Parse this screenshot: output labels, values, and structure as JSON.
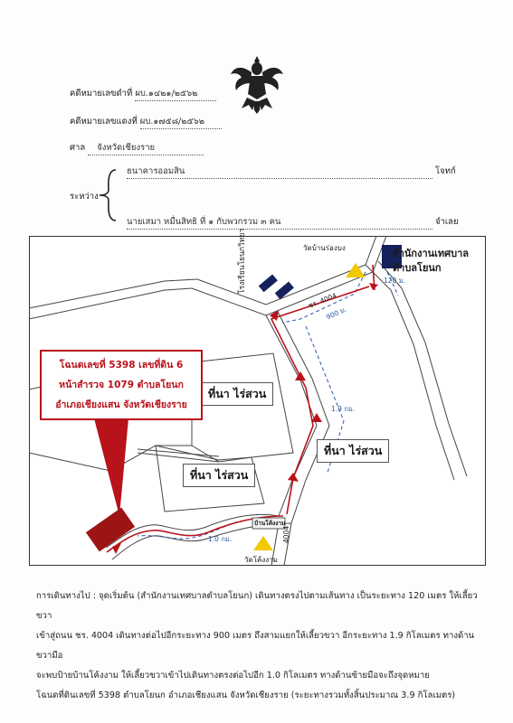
{
  "header": {
    "black_case_label": "คดีหมายเลขดำที่",
    "black_case_no": "ผบ.๑๔๒๑/๒๕๖๒",
    "red_case_label": "คดีหมายเลขแดงที่",
    "red_case_no": "ผบ.๑๗๕๘/๒๕๖๒",
    "court_label": "ศาล",
    "court_name": "จังหวัดเชียงราย",
    "between_label": "ระหว่าง",
    "plaintiff": "ธนาคารออมสิน",
    "plaintiff_role": "โจทก์",
    "defendant": "นายเสมา หมื่นสิทธิ ที่ ๑ กับพวกรวม ๓ คน",
    "defendant_role": "จำเลย"
  },
  "map": {
    "office_line1": "สำนักงานเทศบาล",
    "office_line2": "ตำบลโยนก",
    "temple_rong_bong": "วัดบ้านร่องบง",
    "school": "โรงเรียนโยนกวิทยา",
    "road_label_top": "ชร. 4004",
    "road_label_bottom": "4004",
    "dist_120": "120 ม.",
    "dist_900": "900 ม.",
    "dist_1_9": "1.9 กม.",
    "dist_1_0": "1.0 กม.",
    "field_1": "ที่นา ไร่สวน",
    "field_2": "ที่นา ไร่สวน",
    "field_3": "ที่นา ไร่สวน",
    "sign_village": "บ้านโค้งงาม",
    "temple_khong_ngam": "วัดโค้งงาม",
    "plot_line1": "โฉนดเลขที่ 5398 เลขที่ดิน 6",
    "plot_line2": "หน้าสำรวจ 1079 ตำบลโยนก",
    "plot_line3": "อำเภอเชียงแสน จังหวัดเชียงราย",
    "colors": {
      "route": "#b8121a",
      "plot": "#9c1414",
      "dashed": "#2a5aa8",
      "office": "#16205a",
      "temple": "#f2c800"
    }
  },
  "directions": {
    "line1": "การเดินทางไป : จุดเริ่มต้น (สำนักงานเทศบาลตำบลโยนก) เดินทางตรงไปตามเส้นทาง เป็นระยะทาง 120 เมตร ให้เลี้ยวขวา",
    "line2": "เข้าสู่ถนน ชร. 4004 เดินทางต่อไปอีกระยะทาง 900 เมตร ถึงสามแยกให้เลี้ยวขวา อีกระยะทาง 1.9 กิโลเมตร ทางด้านขวามือ",
    "line3": "จะพบป้ายบ้านโค้งงาม ให้เลี้ยวขวาเข้าไปเดินทางตรงต่อไปอีก 1.0 กิโลเมตร ทางด้านซ้ายมือจะถึงจุดหมาย",
    "line4": "โฉนดที่ดินเลขที่ 5398 ตำบลโยนก อำเภอเชียงแสน จังหวัดเชียงราย (ระยะทางรวมทั้งสิ้นประมาณ 3.9 กิโลเมตร)"
  }
}
